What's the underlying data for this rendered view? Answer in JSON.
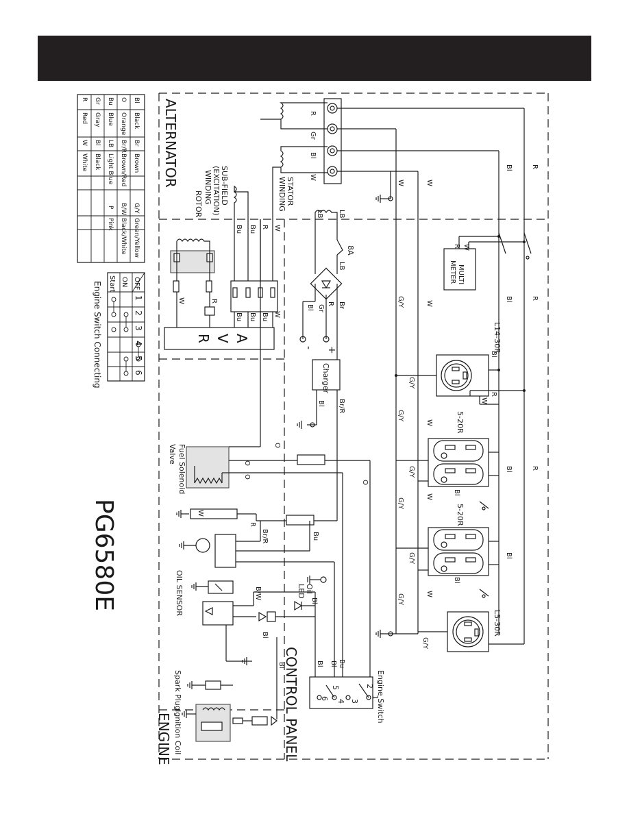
{
  "model": "PG6580E",
  "sections": {
    "alternator": "ALTERNATOR",
    "control_panel": "CONTROL PANEL",
    "engine": "ENGINE"
  },
  "legend": [
    {
      "code": "Bl",
      "color": "Black"
    },
    {
      "code": "O",
      "color": "Orange"
    },
    {
      "code": "Bu",
      "color": "Blue"
    },
    {
      "code": "Gr",
      "color": "Gray"
    },
    {
      "code": "R",
      "color": "Red"
    },
    {
      "code": "Br",
      "color": "Brown"
    },
    {
      "code": "Br/R",
      "color": "Brown/Red"
    },
    {
      "code": "LB",
      "color": "Light Blue"
    },
    {
      "code": "Bl",
      "color": "Black"
    },
    {
      "code": "W",
      "color": "White"
    },
    {
      "code": "G/Y",
      "color": "Green/Yellow"
    },
    {
      "code": "B/W",
      "color": "Black/White"
    },
    {
      "code": "P",
      "color": "Pink"
    }
  ],
  "switch_table": {
    "caption": "Engine Switch Connecting",
    "rows": [
      "OFF",
      "ON",
      "Start"
    ],
    "cols": [
      "1",
      "2",
      "3",
      "4",
      "5",
      "6"
    ]
  },
  "labels": {
    "stator": [
      "STATOR",
      "WINDING"
    ],
    "subfield": [
      "SUB-FIELD",
      "(EXCITATION)",
      "WINDING"
    ],
    "rotor": "ROTOR",
    "avr": [
      "A",
      "V",
      "R"
    ],
    "charger": "Charger",
    "fuse": "8A",
    "multimeter": [
      "MULTI",
      "METER"
    ],
    "l14": "L14-30R",
    "r5a": "5-20R",
    "r5b": "5-20R",
    "l5": "L5-30R",
    "fuel": [
      "Fuel Solenoid",
      "Valve"
    ],
    "oil_sensor": "OIL SENSOR",
    "oil_led": [
      "Oil",
      "LED"
    ],
    "engine_switch": "Engine Switch",
    "spark": "Spark Plug",
    "ignition": "Ignition Coil",
    "plus": "+",
    "minus": "-",
    "multimeter_R": "R",
    "multimeter_W": "W"
  },
  "wire_labels": {
    "R": "R",
    "Gr": "Gr",
    "Bl": "Bl",
    "W": "W",
    "Bu": "Bu",
    "LB": "LB",
    "Br": "Br",
    "GY": "G/Y",
    "BrR": "Br/R",
    "O": "O",
    "BW": "B/W"
  }
}
